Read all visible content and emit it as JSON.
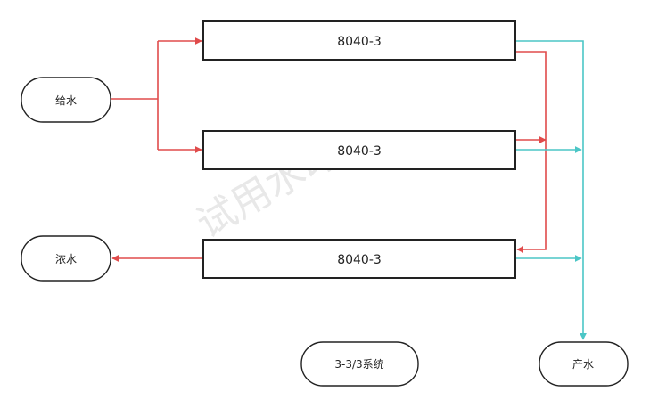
{
  "diagram": {
    "modules": [
      {
        "id": "m1",
        "label": "8040-3"
      },
      {
        "id": "m2",
        "label": "8040-3"
      },
      {
        "id": "m3",
        "label": "8040-3"
      }
    ],
    "terminals": {
      "feed": "给水",
      "concentrate": "浓水",
      "product": "产水"
    },
    "system_label": "3-3/3系统",
    "watermark": "试用水印",
    "colors": {
      "feed_line": "#e04b4b",
      "product_line": "#4bc6c6",
      "border": "#222222"
    }
  }
}
